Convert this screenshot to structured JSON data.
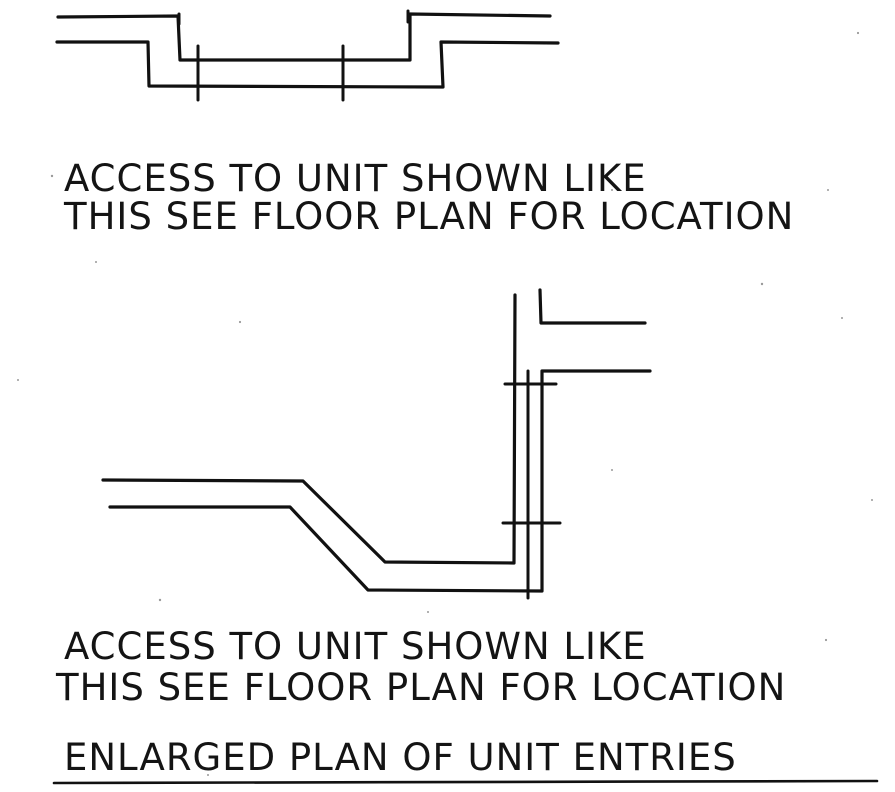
{
  "detail_top": {
    "note_line1": "ACCESS TO UNIT SHOWN LIKE",
    "note_line2": "THIS SEE FLOOR PLAN FOR LOCATION"
  },
  "detail_bottom": {
    "note_line1": "ACCESS TO UNIT SHOWN LIKE",
    "note_line2": "THIS SEE FLOOR PLAN FOR LOCATION"
  },
  "sheet_title": "ENLARGED PLAN OF UNIT ENTRIES",
  "ink_color": "#111111"
}
